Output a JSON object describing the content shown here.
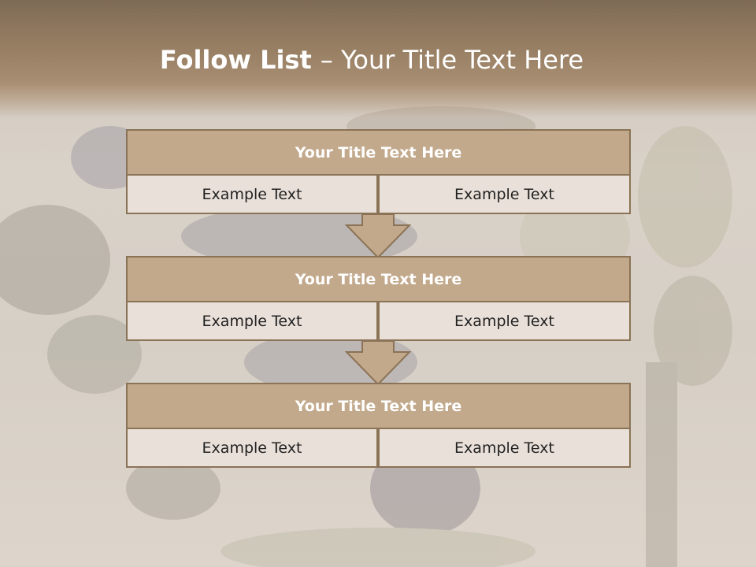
{
  "header": {
    "title_bold": "Follow List ",
    "title_rest": " – Your Title Text Here"
  },
  "blocks": [
    {
      "title": "Your Title Text Here",
      "left": "Example Text",
      "right": "Example Text"
    },
    {
      "title": "Your Title Text Here",
      "left": "Example Text",
      "right": "Example Text"
    },
    {
      "title": "Your Title Text Here",
      "left": "Example Text",
      "right": "Example Text"
    }
  ],
  "colors": {
    "header": "#947c61",
    "block_title": "#c2a98c",
    "block_border": "#8a7356",
    "cell_fill": "#e9e0d9"
  }
}
